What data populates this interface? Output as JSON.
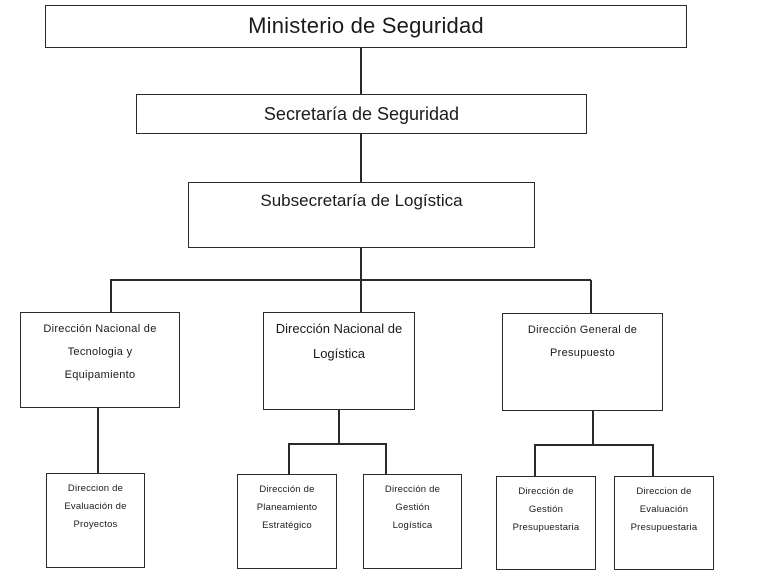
{
  "org_chart": {
    "root": {
      "label": "Ministerio de Seguridad",
      "child": {
        "label": "Secretaría de Seguridad",
        "child": {
          "label": "Subsecretaría de Logística",
          "children": [
            {
              "lines": [
                "Dirección Nacional de",
                "Tecnologia y",
                "Equipamiento"
              ],
              "children": [
                {
                  "lines": [
                    "Direccion de",
                    "Evaluación de",
                    "Proyectos"
                  ]
                }
              ]
            },
            {
              "lines": [
                "Dirección Nacional de",
                "Logística"
              ],
              "children": [
                {
                  "lines": [
                    "Dirección de",
                    "Planeamiento",
                    "Estratégico"
                  ]
                },
                {
                  "lines": [
                    "Dirección de",
                    "Gestión",
                    "Logística"
                  ]
                }
              ]
            },
            {
              "lines": [
                "Dirección General de",
                "Presupuesto"
              ],
              "children": [
                {
                  "lines": [
                    "Dirección de",
                    "Gestión",
                    "Presupuestaria"
                  ]
                },
                {
                  "lines": [
                    "Direccion de",
                    "Evaluación",
                    "Presupuestaria"
                  ]
                }
              ]
            }
          ]
        }
      }
    }
  }
}
